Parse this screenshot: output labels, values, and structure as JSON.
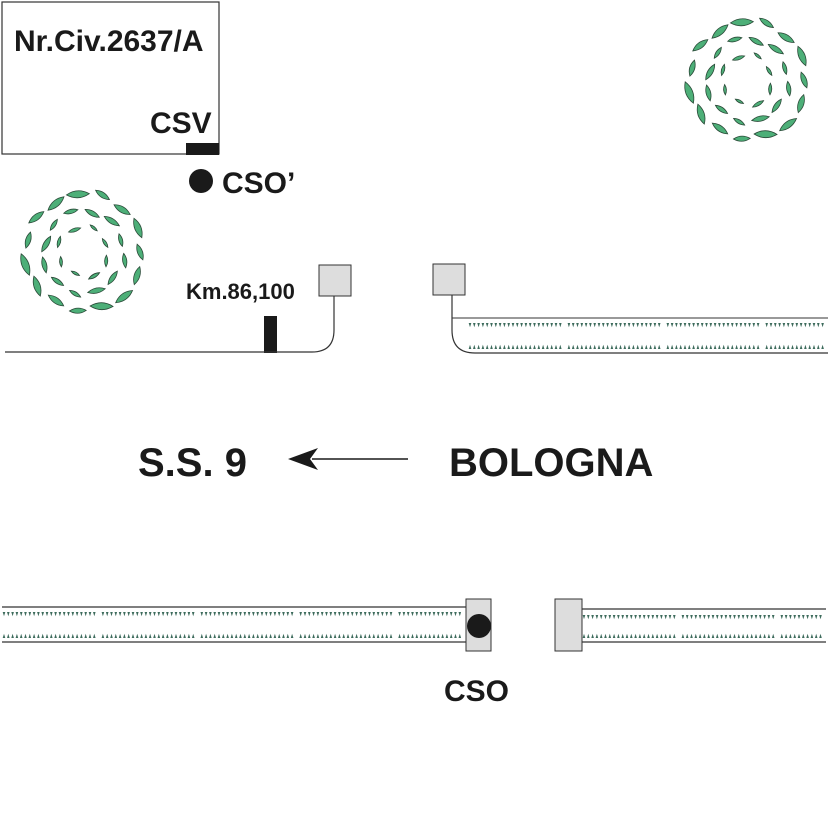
{
  "labels": {
    "building": "Nr.Civ.2637/A",
    "csv": "CSV",
    "cso_prime": "CSO’",
    "km_marker": "Km.86,100",
    "road_name": "S.S. 9",
    "direction_city": "BOLOGNA",
    "cso": "CSO"
  },
  "direction": "west",
  "colors": {
    "foliage_fill": "#4daf78",
    "foliage_stroke": "#2a4a38",
    "hedge_mark": "#3d6b5c",
    "box_fill": "#dddddd",
    "ink": "#1a1a1a"
  },
  "icons": [
    "tree-canopy-icon",
    "arrow-left-icon",
    "utility-box-icon",
    "manhole-icon",
    "valve-icon"
  ]
}
